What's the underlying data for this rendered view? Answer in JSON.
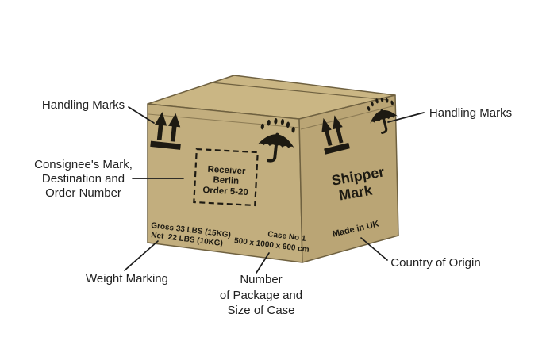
{
  "diagram": {
    "colors": {
      "background": "#ffffff",
      "face_top": "#cab684",
      "face_front": "#c2ae7e",
      "face_side": "#baa575",
      "edge": "#6f6140",
      "ink": "#1d1a12",
      "label_text": "#212121"
    },
    "callouts": {
      "handling_left": "Handling Marks",
      "handling_right": "Handling Marks",
      "consignee": [
        "Consignee's Mark,",
        "Destination and",
        "Order Number"
      ],
      "weight": "Weight Marking",
      "package": [
        "Number",
        "of Package and",
        "Size of Case"
      ],
      "origin": "Country of Origin"
    },
    "markings": {
      "receiver": [
        "Receiver",
        "Berlin",
        "Order 5-20"
      ],
      "gross": "Gross 33 LBS (15KG)",
      "net": "Net  22 LBS (10KG)",
      "case_no": "Case No 1",
      "case_size": "500 x 1000 x 600 cm",
      "shipper": [
        "Shipper",
        "Mark"
      ],
      "made_in": "Made in UK"
    },
    "icons": {
      "front_upright": "this-way-up-icon",
      "front_keep_dry": "keep-dry-icon",
      "side_upright": "this-way-up-icon",
      "side_keep_dry": "keep-dry-icon"
    }
  }
}
